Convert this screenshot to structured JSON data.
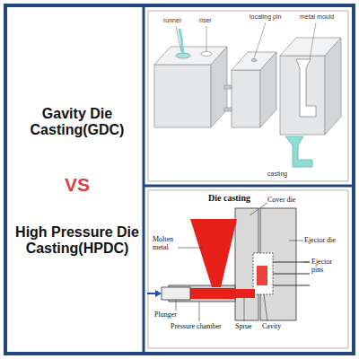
{
  "diagram": {
    "labels": [
      "Gavity Die Casting(GDC)",
      "VS",
      "High Pressure Die Casting(HPDC)",
      "runner",
      "riser",
      "locating pin",
      "metal mould",
      "casting",
      "Die casting",
      "Cover die",
      "Molten metal",
      "Ejector die",
      "Ejector pins",
      "Plunger",
      "Pressure chamber",
      "Sprue",
      "Cavity"
    ]
  }
}
